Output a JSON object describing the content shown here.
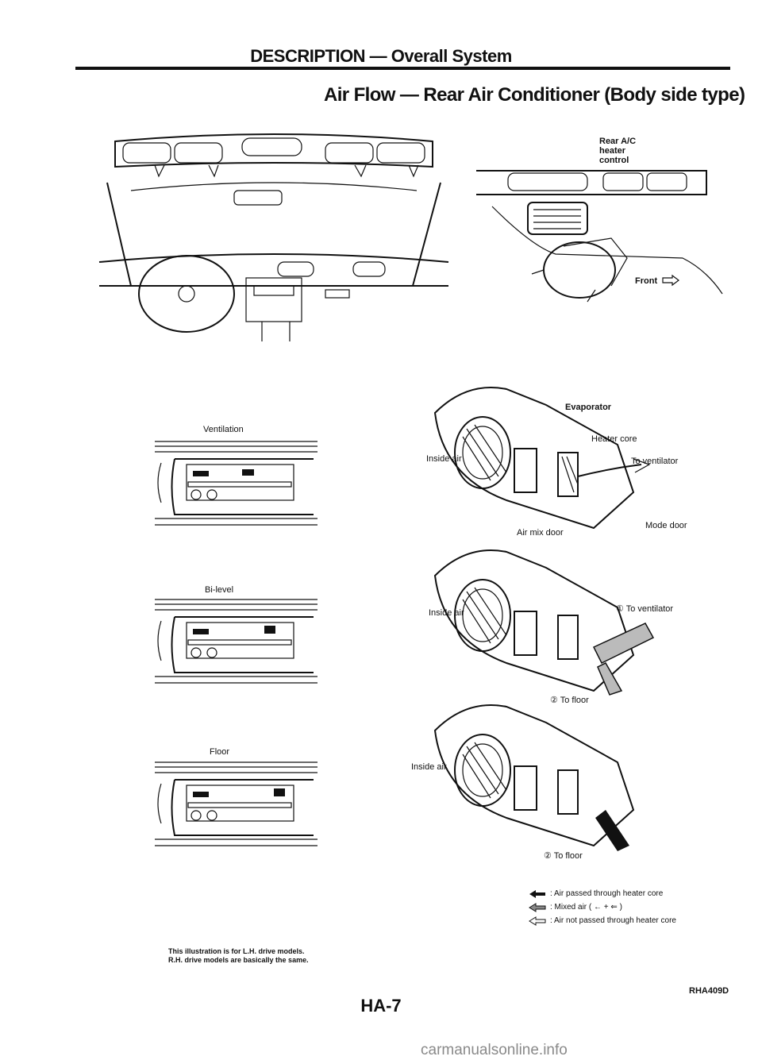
{
  "header": {
    "title": "DESCRIPTION — Overall System"
  },
  "section": {
    "title": "Air Flow — Rear Air Conditioner (Body side type)"
  },
  "dash_figure": {
    "label": "Rear A/C heater control",
    "front_label": "Front"
  },
  "panels": [
    {
      "label": "Ventilation"
    },
    {
      "label": "Bi-level"
    },
    {
      "label": "Floor"
    }
  ],
  "unit1": {
    "evaporator": "Evaporator",
    "heater_core": "Heater core",
    "inside_air": "Inside air",
    "to_ventilator": "To ventilator",
    "air_mix_door": "Air mix door",
    "mode_door": "Mode door"
  },
  "unit2": {
    "inside_air": "Inside air",
    "to_ventilator": "① To ventilator",
    "to_floor": "② To floor"
  },
  "unit3": {
    "inside_air": "Inside air",
    "to_floor": "② To floor"
  },
  "legend": [
    {
      "icon": "solid-arrow-icon",
      "text": ": Air passed through heater core"
    },
    {
      "icon": "mixed-arrow-icon",
      "text": ": Mixed air ( ← + ⇐ )"
    },
    {
      "icon": "hollow-arrow-icon",
      "text": ": Air not passed through heater core"
    }
  ],
  "footnote": {
    "line1": "This illustration is for L.H. drive models.",
    "line2": "R.H. drive models are basically the same."
  },
  "figure_code": "RHA409D",
  "page_number": "HA-7",
  "watermark": "carmanualsonline.info"
}
